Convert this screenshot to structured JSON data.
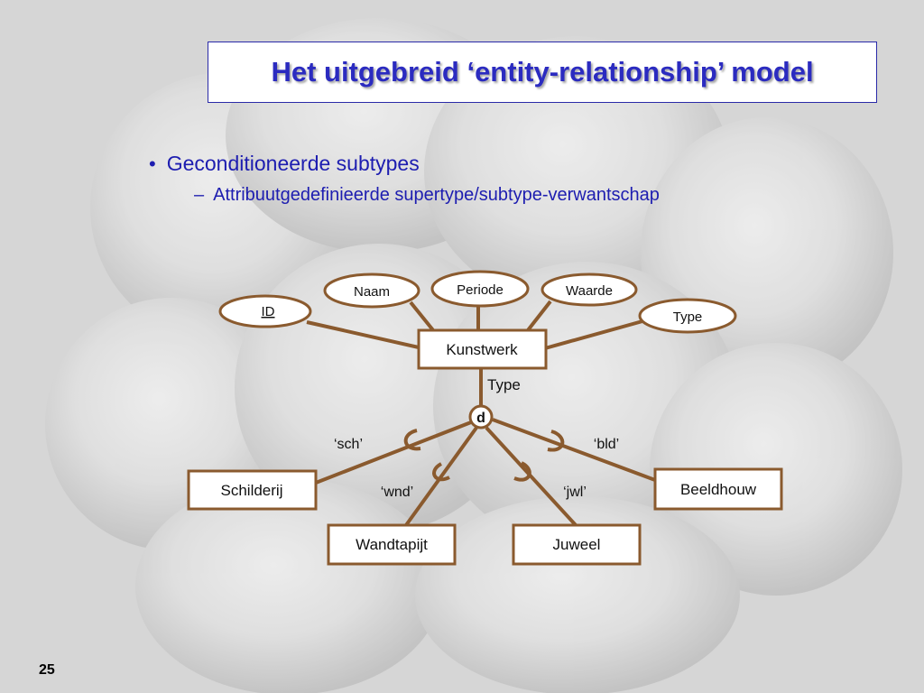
{
  "slide": {
    "title": "Het uitgebreid ‘entity-relationship’ model",
    "bullet": "Geconditioneerde subtypes",
    "sub_bullet": "Attribuutgedefinieerde supertype/subtype-verwantschap",
    "page_number": "25"
  },
  "diagram": {
    "supertype": "Kunstwerk",
    "attributes": {
      "id": "ID",
      "naam": "Naam",
      "periode": "Periode",
      "waarde": "Waarde",
      "type": "Type"
    },
    "discriminator_label": "Type",
    "disjoint_symbol": "d",
    "subtypes": {
      "schilderij": "Schilderij",
      "wandtapijt": "Wandtapijt",
      "juweel": "Juweel",
      "beeldhouw": "Beeldhouw"
    },
    "conditions": {
      "sch": "‘sch’",
      "wnd": "‘wnd’",
      "jwl": "‘jwl’",
      "bld": "‘bld’"
    },
    "colors": {
      "line": "#8a5a2e",
      "box_fill": "#ffffff",
      "title_text": "#2b2bc0",
      "bullet_text": "#1d1db0"
    }
  }
}
